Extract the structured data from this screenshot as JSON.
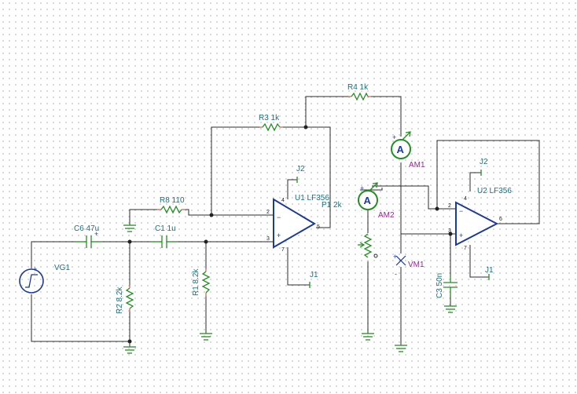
{
  "labels": {
    "r4": "R4 1k",
    "r3": "R3 1k",
    "r8": "R8 110",
    "c6": "C6 47u",
    "c1": "C1 1u",
    "r1": "R1 8.2k",
    "r2": "R2 8.2k",
    "vg1": "VG1",
    "u1": "U1 LF356",
    "p1": "P1 2k",
    "u2": "U2 LF356",
    "c3": "C3 50n",
    "am1": "AM1",
    "am2": "AM2",
    "vm1": "VM1",
    "j2_u1": "J2",
    "j1_u1": "J1",
    "j2_u2": "J2",
    "j1_u2": "J1"
  },
  "meter_symbol": "A",
  "pins": {
    "in_minus": "2",
    "in_plus": "3",
    "out": "6"
  },
  "signs": {
    "plus": "+",
    "minus": "-"
  },
  "colors": {
    "wire": "#2b2b2b",
    "component": "#2b8a2b",
    "pin": "#c0392b",
    "opamp": "#1f3c88",
    "label": "#1f6f7a",
    "meter_label": "#8e2b8e"
  }
}
